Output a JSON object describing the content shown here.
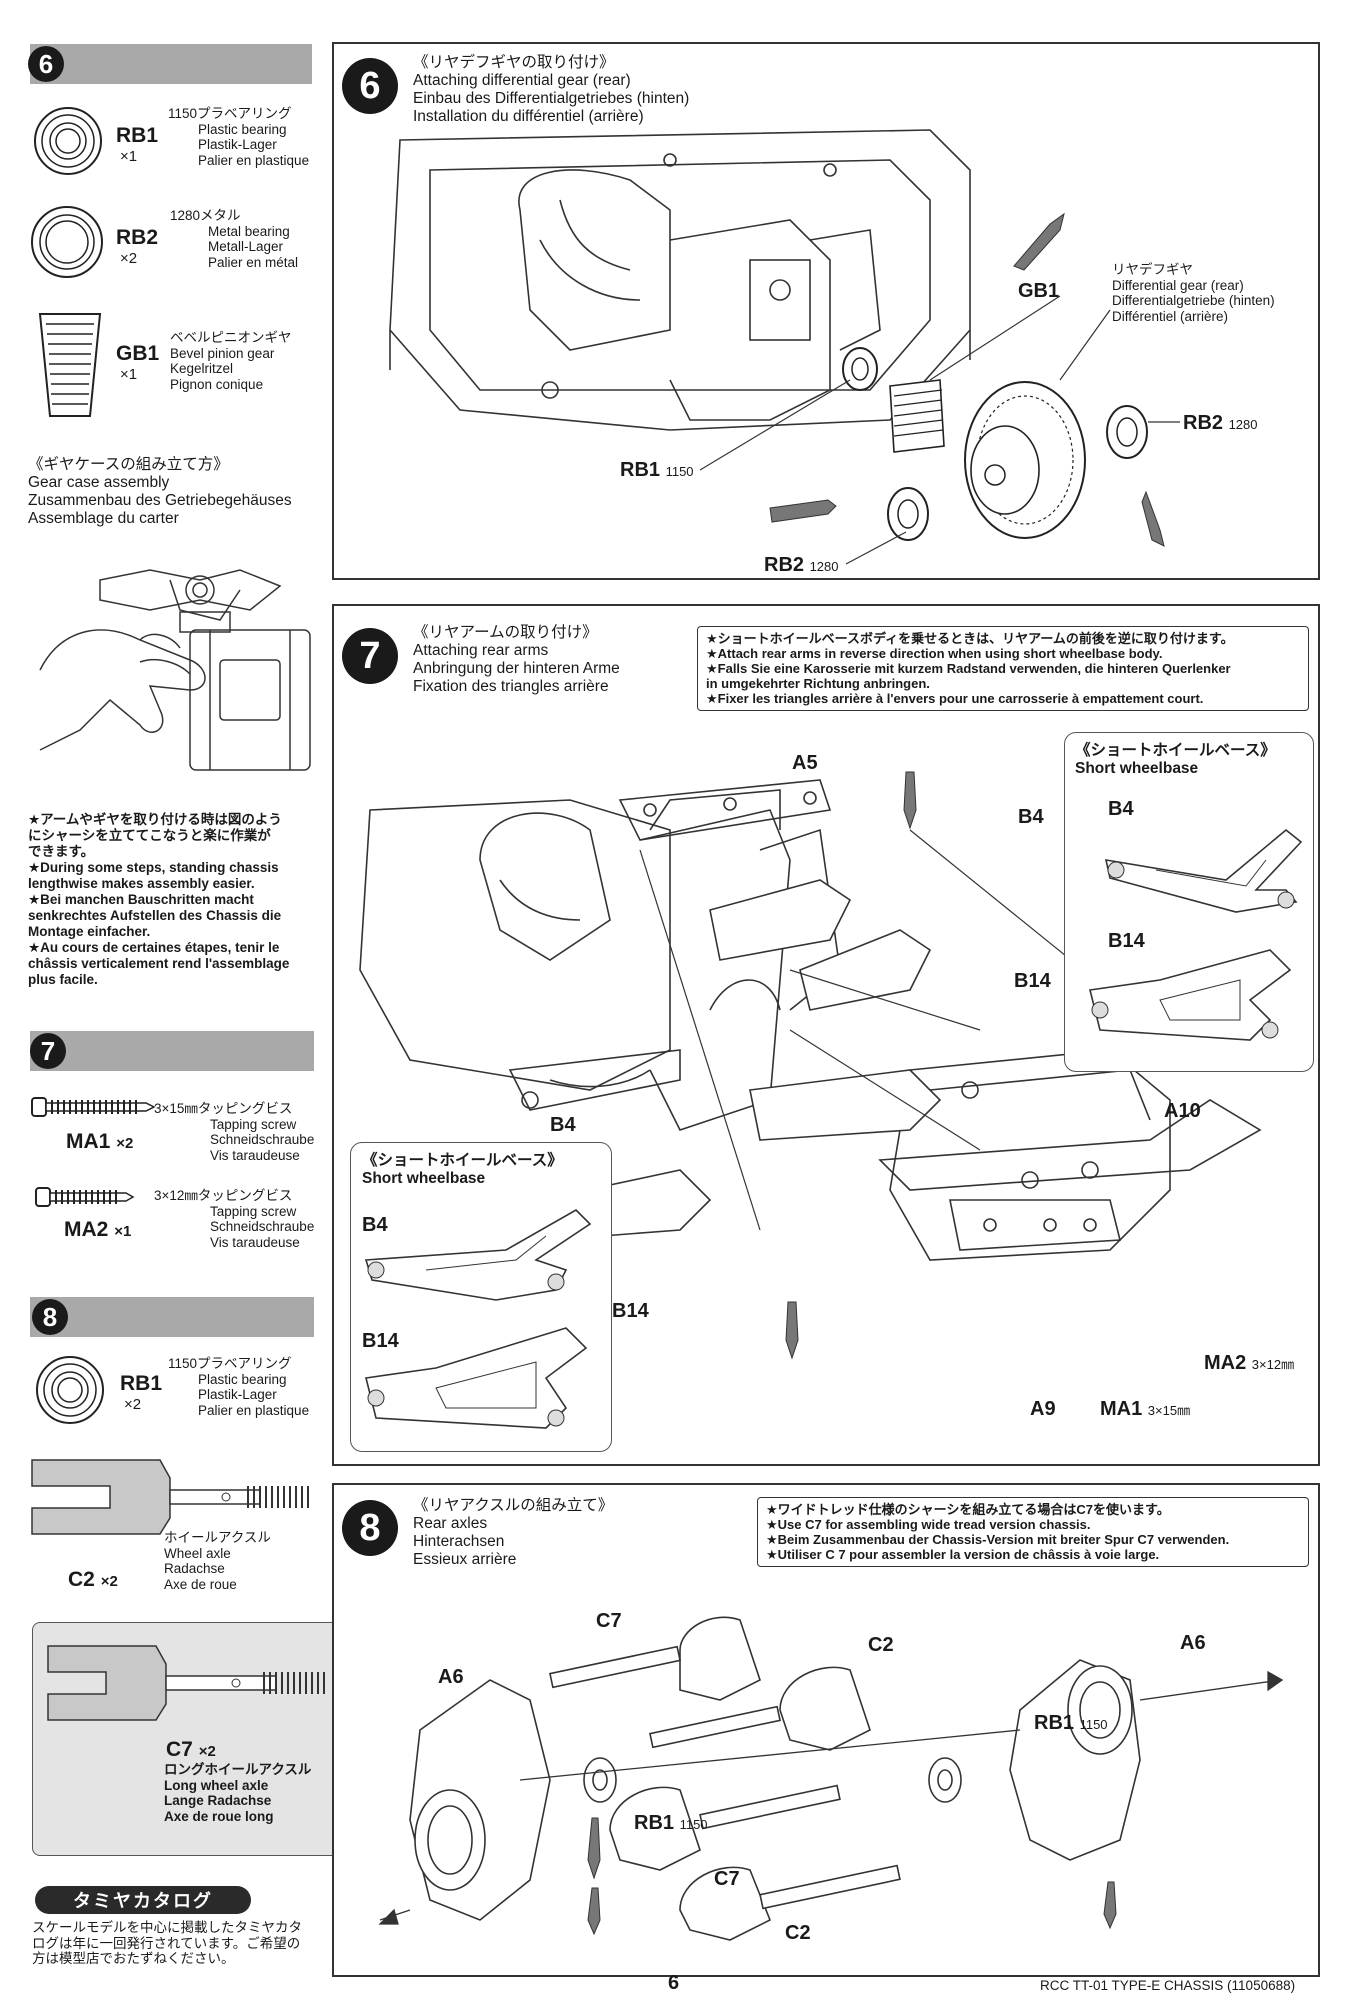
{
  "sidebar": {
    "s6": {
      "step": "6",
      "parts": [
        {
          "code": "RB1",
          "qty": "×1",
          "lines": [
            "1150プラベアリング",
            "Plastic bearing",
            "Plastik-Lager",
            "Palier en plastique"
          ]
        },
        {
          "code": "RB2",
          "qty": "×2",
          "lines": [
            "1280メタル",
            "Metal bearing",
            "Metall-Lager",
            "Palier en métal"
          ]
        },
        {
          "code": "GB1",
          "qty": "×1",
          "lines": [
            "ベベルピニオンギヤ",
            "Bevel pinion gear",
            "Kegelritzel",
            "Pignon conique"
          ]
        }
      ],
      "gear_case": [
        "《ギヤケースの組み立て方》",
        "Gear case assembly",
        "Zusammenbau des Getriebegehäuses",
        "Assemblage du carter"
      ],
      "tip": [
        "★アームやギヤを取り付ける時は図のよう",
        "にシャーシを立ててこなうと楽に作業が",
        "できます。",
        "★During some steps, standing chassis",
        "lengthwise makes assembly easier.",
        "★Bei manchen Bauschritten macht",
        "senkrechtes Aufstellen des Chassis die",
        "Montage einfacher.",
        "★Au cours de certaines étapes, tenir le",
        "châssis verticalement rend l'assemblage",
        "plus facile."
      ]
    },
    "s7": {
      "step": "7",
      "parts": [
        {
          "code": "MA1",
          "qty": "×2",
          "lines": [
            "3×15㎜タッピングビス",
            "Tapping screw",
            "Schneidschraube",
            "Vis taraudeuse"
          ]
        },
        {
          "code": "MA2",
          "qty": "×1",
          "lines": [
            "3×12㎜タッピングビス",
            "Tapping screw",
            "Schneidschraube",
            "Vis taraudeuse"
          ]
        }
      ]
    },
    "s8": {
      "step": "8",
      "parts": [
        {
          "code": "RB1",
          "qty": "×2",
          "lines": [
            "1150プラベアリング",
            "Plastic bearing",
            "Plastik-Lager",
            "Palier en plastique"
          ]
        },
        {
          "code": "C2",
          "qty": "×2",
          "lines": [
            "ホイールアクスル",
            "Wheel axle",
            "Radachse",
            "Axe de roue"
          ]
        },
        {
          "code": "C7",
          "qty": "×2",
          "lines": [
            "ロングホイールアクスル",
            "Long wheel axle",
            "Lange Radachse",
            "Axe de roue long"
          ]
        }
      ]
    },
    "catalog": {
      "title": "タミヤカタログ",
      "text": [
        "スケールモデルを中心に掲載したタミヤカタ",
        "ログは年に一回発行されています。ご希望の",
        "方は模型店でおたずねください。"
      ]
    }
  },
  "main": {
    "p6": {
      "step": "6",
      "title": [
        "《リヤデフギヤの取り付け》",
        "Attaching differential gear (rear)",
        "Einbau des Differentialgetriebes (hinten)",
        "Installation du différentiel (arrière)"
      ],
      "diff_label": [
        "リヤデフギヤ",
        "Differential gear (rear)",
        "Differentialgetriebe (hinten)",
        "Différentiel (arrière)"
      ],
      "labels": {
        "gb1": "GB1",
        "rb1": "RB1",
        "rb1_size": "1150",
        "rb2a": "RB2",
        "rb2a_size": "1280",
        "rb2b": "RB2",
        "rb2b_size": "1280"
      }
    },
    "p7": {
      "step": "7",
      "title": [
        "《リヤアームの取り付け》",
        "Attaching rear arms",
        "Anbringung der hinteren Arme",
        "Fixation des triangles arrière"
      ],
      "note": [
        "★ショートホイールベースボディを乗せるときは、リヤアームの前後を逆に取り付けます。",
        "★Attach rear arms in reverse direction when using short wheelbase body.",
        "★Falls Sie eine Karosserie mit kurzem Radstand verwenden, die hinteren Querlenker",
        "in umgekehrter Richtung anbringen.",
        "★Fixer les triangles arrière à l'envers pour une carrosserie à empattement court."
      ],
      "callout_right": {
        "title": [
          "《ショートホイールベース》",
          "Short wheelbase"
        ],
        "b4": "B4",
        "b14": "B14"
      },
      "callout_left": {
        "title": [
          "《ショートホイールベース》",
          "Short wheelbase"
        ],
        "b4": "B4",
        "b14": "B14"
      },
      "labels": {
        "a5": "A5",
        "b4_top": "B4",
        "b14_right": "B14",
        "b4_left": "B4",
        "a10": "A10",
        "b14_bottom": "B14",
        "a9": "A9",
        "ma1": "MA1",
        "ma1_size": "3×15㎜",
        "ma2": "MA2",
        "ma2_size": "3×12㎜"
      }
    },
    "p8": {
      "step": "8",
      "title": [
        "《リヤアクスルの組み立て》",
        "Rear axles",
        "Hinterachsen",
        "Essieux arrière"
      ],
      "note": [
        "★ワイドトレッド仕様のシャーシを組み立てる場合はC7を使います。",
        "★Use C7 for assembling wide tread version chassis.",
        "★Beim Zusammenbau der Chassis-Version mit breiter Spur C7 verwenden.",
        "★Utiliser C 7 pour assembler la version de châssis à voie large."
      ],
      "labels": {
        "c7_top": "C7",
        "c2_top": "C2",
        "a6_left": "A6",
        "a6_right": "A6",
        "rb1_right": "RB1",
        "rb1_right_size": "1150",
        "rb1_left": "RB1",
        "rb1_left_size": "1150",
        "c7_bottom": "C7",
        "c2_bottom": "C2"
      }
    }
  },
  "footer": {
    "page": "6",
    "model": "RCC TT-01 TYPE-E CHASSIS (11050688)"
  }
}
